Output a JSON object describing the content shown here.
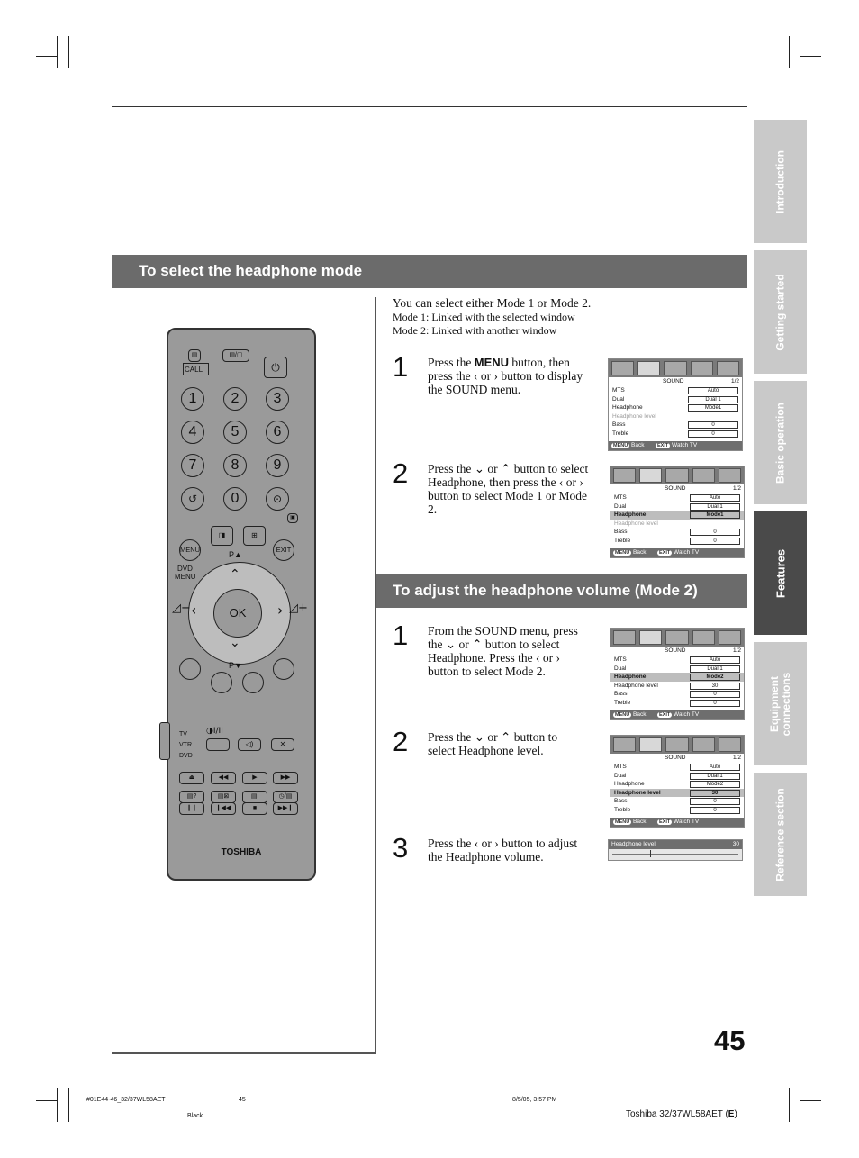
{
  "tabs": [
    {
      "label": "Introduction",
      "active": false
    },
    {
      "label": "Getting started",
      "active": false
    },
    {
      "label": "Basic operation",
      "active": false
    },
    {
      "label": "Features",
      "active": true
    },
    {
      "label": "Equipment connections",
      "active": false
    },
    {
      "label": "Reference section",
      "active": false
    }
  ],
  "section1": {
    "title": "To select the headphone mode",
    "intro": "You can select either Mode 1 or Mode 2.",
    "mode1": "Mode 1: Linked with the selected window",
    "mode2": "Mode 2: Linked with another window",
    "steps": [
      {
        "num": "1",
        "pre": "Press the ",
        "key": "MENU",
        "post": " button, then press the ‹ or › button to display the SOUND menu."
      },
      {
        "num": "2",
        "text": "Press the ⌄ or ⌃ button to select Headphone, then press the ‹ or › button to select Mode 1 or Mode 2."
      }
    ]
  },
  "section2": {
    "title": "To adjust the headphone volume (Mode 2)",
    "steps": [
      {
        "num": "1",
        "text": "From the SOUND menu, press the ⌄ or ⌃ button to select Headphone. Press the ‹ or › button to select Mode 2."
      },
      {
        "num": "2",
        "text": "Press the ⌄ or ⌃ button to select Headphone level."
      },
      {
        "num": "3",
        "text": "Press the ‹ or › button to adjust the Headphone volume."
      }
    ]
  },
  "osd_common": {
    "title": "SOUND",
    "page": "1/2",
    "back_key": "MENU",
    "back": "Back",
    "exit_key": "EXIT",
    "exit": "Watch TV"
  },
  "osd_screens": [
    {
      "rows": [
        [
          "MTS",
          "Auto"
        ],
        [
          "Dual",
          "Dual 1"
        ],
        [
          "Headphone",
          "Mode1"
        ],
        [
          "Headphone level",
          ""
        ],
        [
          "Bass",
          "0"
        ],
        [
          "Treble",
          "0"
        ]
      ],
      "highlight": -1,
      "dim": 3
    },
    {
      "rows": [
        [
          "MTS",
          "Auto"
        ],
        [
          "Dual",
          "Dual 1"
        ],
        [
          "Headphone",
          "Mode1"
        ],
        [
          "Headphone level",
          ""
        ],
        [
          "Bass",
          "0"
        ],
        [
          "Treble",
          "0"
        ]
      ],
      "highlight": 2,
      "dim": 3
    },
    {
      "rows": [
        [
          "MTS",
          "Auto"
        ],
        [
          "Dual",
          "Dual 1"
        ],
        [
          "Headphone",
          "Mode2"
        ],
        [
          "Headphone level",
          "30"
        ],
        [
          "Bass",
          "0"
        ],
        [
          "Treble",
          "0"
        ]
      ],
      "highlight": 2,
      "dim": -1
    },
    {
      "rows": [
        [
          "MTS",
          "Auto"
        ],
        [
          "Dual",
          "Dual 1"
        ],
        [
          "Headphone",
          "Mode2"
        ],
        [
          "Headphone level",
          "30"
        ],
        [
          "Bass",
          "0"
        ],
        [
          "Treble",
          "0"
        ]
      ],
      "highlight": 3,
      "dim": -1
    }
  ],
  "level_bar": {
    "label": "Headphone level",
    "value": "30",
    "fraction": 0.3
  },
  "remote": {
    "call": "CALL",
    "digits": [
      "1",
      "2",
      "3",
      "4",
      "5",
      "6",
      "7",
      "8",
      "9",
      "0"
    ],
    "menu": "MENU",
    "dvd_menu_1": "DVD",
    "dvd_menu_2": "MENU",
    "exit": "EXIT",
    "ok": "OK",
    "p_up": "P▲",
    "p_down": "P▼",
    "tv": "TV",
    "vtr": "VTR",
    "dvd": "DVD",
    "brand": "TOSHIBA",
    "dual": "I/II"
  },
  "page_number": "45",
  "footer": {
    "file": "#01E44-46_32/37WL58AET",
    "page": "45",
    "date": "8/5/05, 3:57 PM",
    "color": "Black",
    "model_pre": "Toshiba 32/37WL58AET (",
    "model_bold": "E",
    "model_post": ")"
  }
}
